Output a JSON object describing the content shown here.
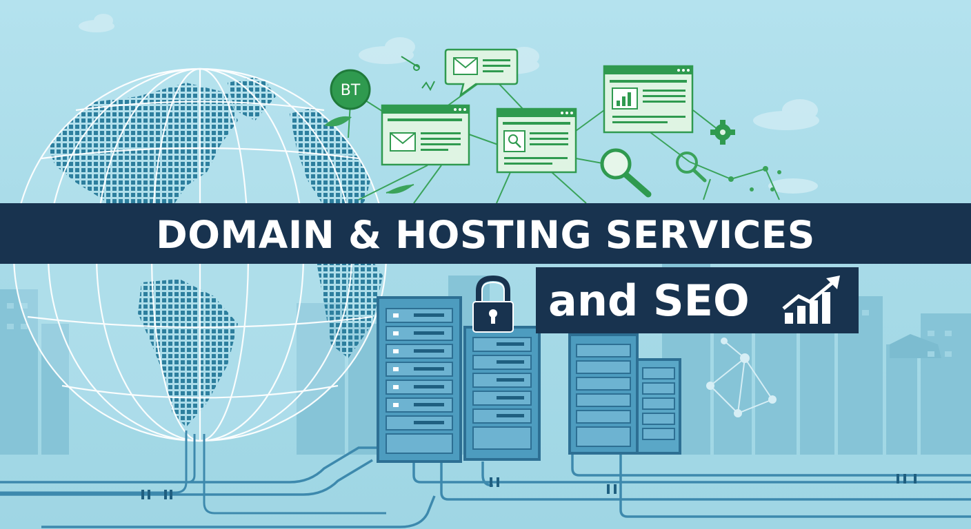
{
  "banner": {
    "title": "DOMAIN & HOSTING SERVICES",
    "subtitle": "and SEO"
  },
  "badge": {
    "text": "BT"
  },
  "icons": {
    "globe": "globe-icon",
    "padlock": "padlock-icon",
    "growth_chart": "bar-chart-up-arrow-icon",
    "magnifier": "magnifying-glass-icon",
    "chat": "chat-bubble-email-icon"
  },
  "colors": {
    "sky": "#b4e2ee",
    "navy": "#18334f",
    "globe_line": "#ffffff",
    "map_dot": "#2d7f9e",
    "web_green": "#2f9a4f",
    "web_fill": "#dff4e3",
    "server": "#4d9cbf",
    "server_dark": "#2d6f93",
    "skyline": "#86c4d7",
    "cable": "#3d89ad"
  }
}
